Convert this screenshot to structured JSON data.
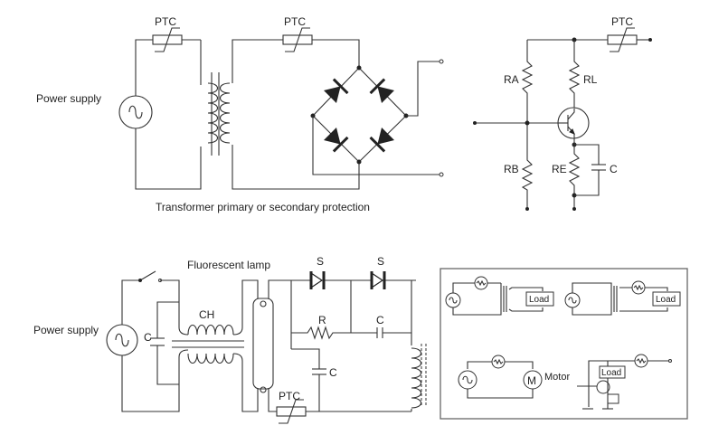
{
  "diagram1": {
    "caption": "Transformer primary or secondary protection",
    "source_label": "Power supply",
    "ptc_primary": "PTC",
    "ptc_secondary": "PTC"
  },
  "diagram2": {
    "ptc": "PTC",
    "ra": "RA",
    "rl": "RL",
    "rb": "RB",
    "re": "RE",
    "c": "C"
  },
  "diagram3": {
    "source_label": "Power supply",
    "lamp_label": "Fluorescent lamp",
    "ch": "CH",
    "c_input": "C",
    "s1": "S",
    "s2": "S",
    "r": "R",
    "c_top": "C",
    "c_mid": "C",
    "ptc": "PTC"
  },
  "diagram4": {
    "load1": "Load",
    "load2": "Load",
    "load3": "Load",
    "motor_symbol": "M",
    "motor_label": "Motor"
  }
}
